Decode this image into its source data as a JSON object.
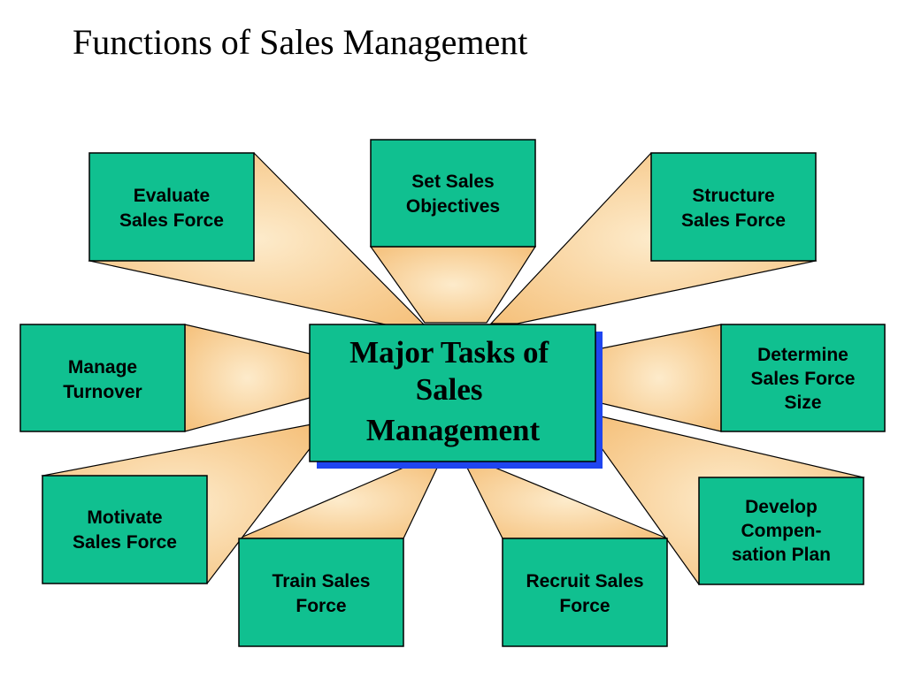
{
  "page": {
    "title": "Functions of Sales Management"
  },
  "colors": {
    "box_fill": "#10C090",
    "beam_light": "#FCE5BF",
    "beam_dark": "#F6C47E",
    "center_shadow": "#1F45F0",
    "outline": "#000000"
  },
  "center": {
    "label": "Major Tasks of Sales Management",
    "lines": [
      "Major Tasks of",
      "Sales",
      "Management"
    ]
  },
  "tasks": [
    {
      "id": "set-objectives",
      "label": "Set Sales Objectives",
      "lines": [
        "Set Sales",
        "Objectives"
      ]
    },
    {
      "id": "structure",
      "label": "Structure Sales Force",
      "lines": [
        "Structure",
        "Sales Force"
      ]
    },
    {
      "id": "determine-size",
      "label": "Determine Sales Force Size",
      "lines": [
        "Determine",
        "Sales Force",
        "Size"
      ]
    },
    {
      "id": "compensation",
      "label": "Develop Compensation Plan",
      "lines": [
        "Develop",
        "Compen-",
        "sation Plan"
      ]
    },
    {
      "id": "recruit",
      "label": "Recruit Sales Force",
      "lines": [
        "Recruit Sales",
        "Force"
      ]
    },
    {
      "id": "train",
      "label": "Train Sales Force",
      "lines": [
        "Train Sales",
        "Force"
      ]
    },
    {
      "id": "motivate",
      "label": "Motivate Sales Force",
      "lines": [
        "Motivate",
        "Sales Force"
      ]
    },
    {
      "id": "turnover",
      "label": "Manage Turnover",
      "lines": [
        "Manage",
        "Turnover"
      ]
    },
    {
      "id": "evaluate",
      "label": "Evaluate Sales Force",
      "lines": [
        "Evaluate",
        "Sales Force"
      ]
    }
  ]
}
